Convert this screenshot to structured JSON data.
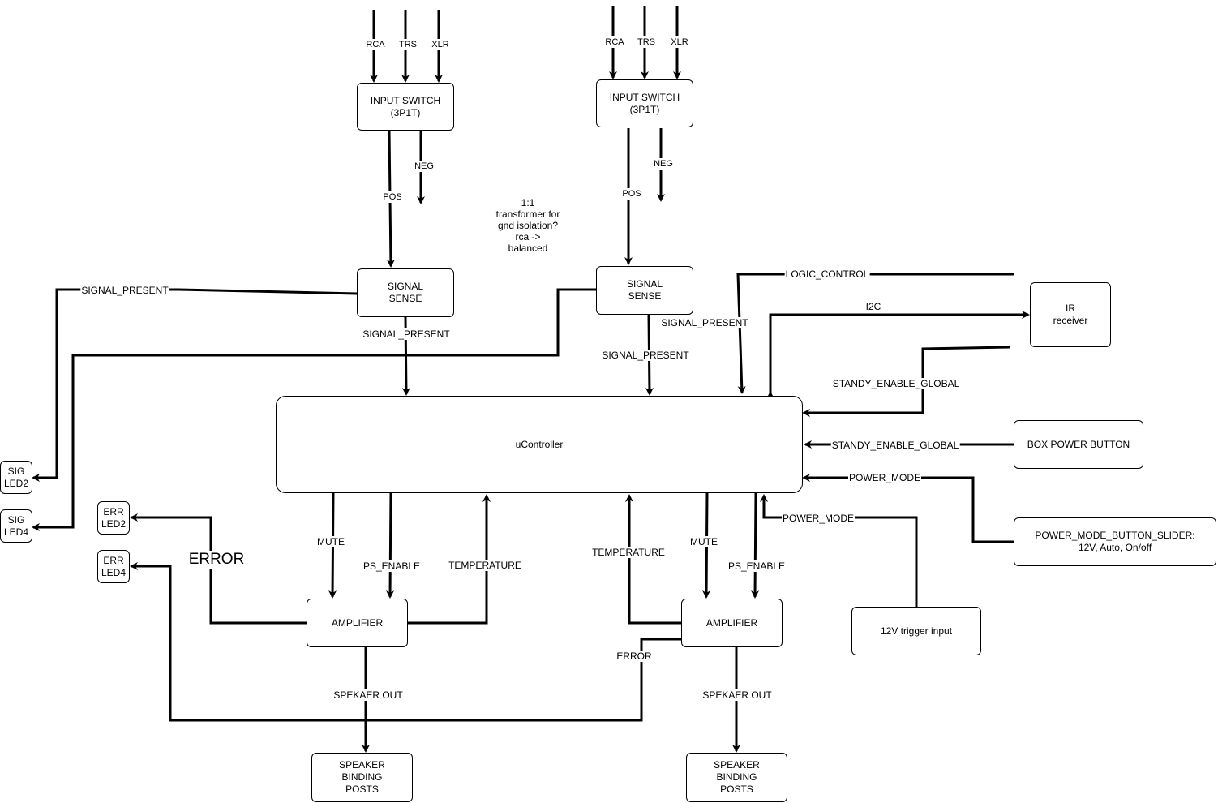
{
  "blocks": {
    "input_switch_1": "INPUT SWITCH\n(3P1T)",
    "input_switch_2": "INPUT SWITCH\n(3P1T)",
    "signal_sense_1": "SIGNAL\nSENSE",
    "signal_sense_2": "SIGNAL\nSENSE",
    "ucontroller": "uController",
    "ir_receiver": "IR\nreceiver",
    "box_power_button": "BOX POWER BUTTON",
    "power_mode_button_slider": "POWER_MODE_BUTTON_SLIDER:\n12V, Auto, On/off",
    "trigger_input": "12V trigger input",
    "amplifier_1": "AMPLIFIER",
    "amplifier_2": "AMPLIFIER",
    "speaker_posts_1": "SPEAKER\nBINDING\nPOSTS",
    "speaker_posts_2": "SPEAKER\nBINDING\nPOSTS",
    "sig_led2": "SIG\nLED2",
    "sig_led4": "SIG\nLED4",
    "err_led2": "ERR\nLED2",
    "err_led4": "ERR\nLED4"
  },
  "labels": {
    "rca_1": "RCA",
    "trs_1": "TRS",
    "xlr_1": "XLR",
    "rca_2": "RCA",
    "trs_2": "TRS",
    "xlr_2": "XLR",
    "pos_1": "POS",
    "neg_1": "NEG",
    "pos_2": "POS",
    "neg_2": "NEG",
    "signal_present_led": "SIGNAL_PRESENT",
    "signal_present_1": "SIGNAL_PRESENT",
    "signal_present_2": "SIGNAL_PRESENT",
    "signal_present_3": "SIGNAL_PRESENT",
    "logic_control": "LOGIC_CONTROL",
    "i2c": "I2C",
    "standy_enable_global_1": "STANDY_ENABLE_GLOBAL",
    "standy_enable_global_2": "STANDY_ENABLE_GLOBAL",
    "power_mode_1": "POWER_MODE",
    "power_mode_2": "POWER_MODE",
    "mute_1": "MUTE",
    "ps_enable_1": "PS_ENABLE",
    "temperature_1": "TEMPERATURE",
    "temperature_2": "TEMPERATURE",
    "mute_2": "MUTE",
    "ps_enable_2": "PS_ENABLE",
    "error_big": "ERROR",
    "error_2": "ERROR",
    "speaker_out_1": "SPEKAER OUT",
    "speaker_out_2": "SPEKAER OUT"
  },
  "notes": {
    "transformer_note": "1:1\ntransformer for\ngnd isolation?\nrca ->\nbalanced"
  }
}
